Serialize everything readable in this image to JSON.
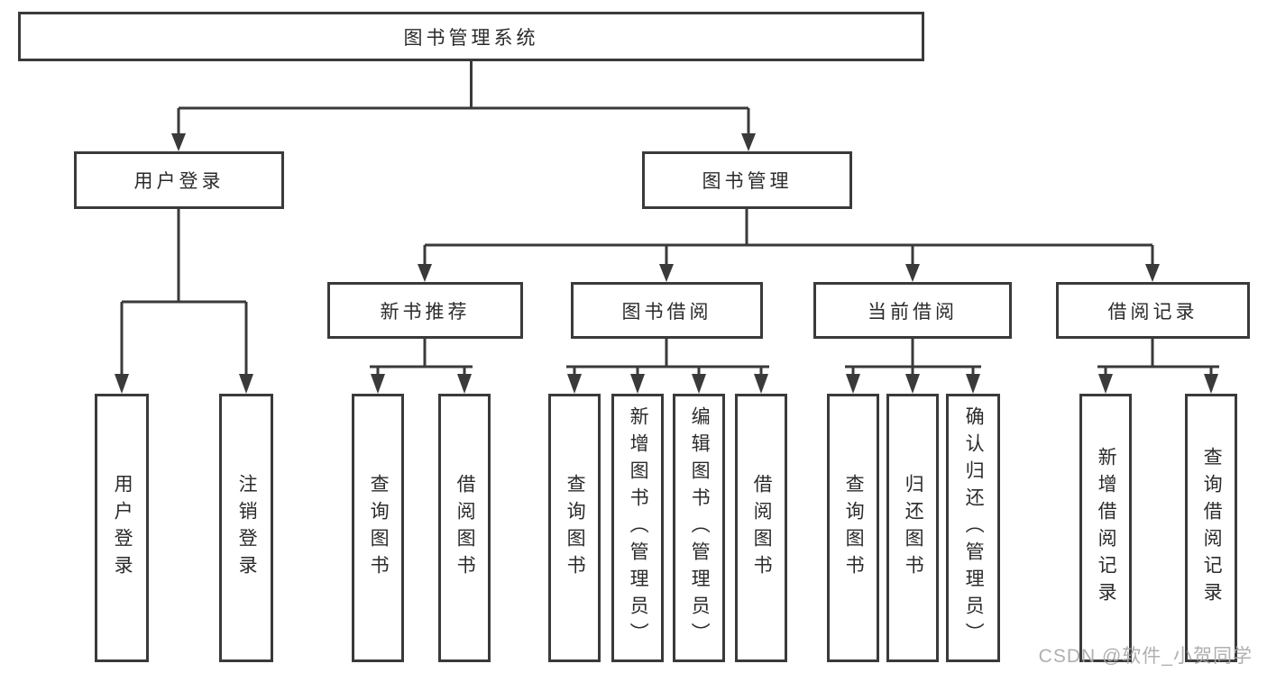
{
  "diagram": {
    "root": "图书管理系统",
    "login_branch": {
      "label": "用户登录",
      "children": [
        "用户登录",
        "注销登录"
      ]
    },
    "mgmt_branch": {
      "label": "图书管理",
      "sections": [
        {
          "label": "新书推荐",
          "children": [
            "查询图书",
            "借阅图书"
          ]
        },
        {
          "label": "图书借阅",
          "children": [
            "查询图书",
            "新增图书（管理员）",
            "编辑图书（管理员）",
            "借阅图书"
          ]
        },
        {
          "label": "当前借阅",
          "children": [
            "查询图书",
            "归还图书",
            "确认归还（管理员）"
          ]
        },
        {
          "label": "借阅记录",
          "children": [
            "新增借阅记录",
            "查询借阅记录"
          ]
        }
      ]
    }
  },
  "watermark": "CSDN @软件_小贺同学",
  "colors": {
    "line": "#3a3a3a",
    "box_border": "#3a3a3a",
    "box_fill": "#ffffff",
    "text": "#2b2b2b",
    "watermark": "#a9a9a9",
    "background": "#ffffff"
  }
}
